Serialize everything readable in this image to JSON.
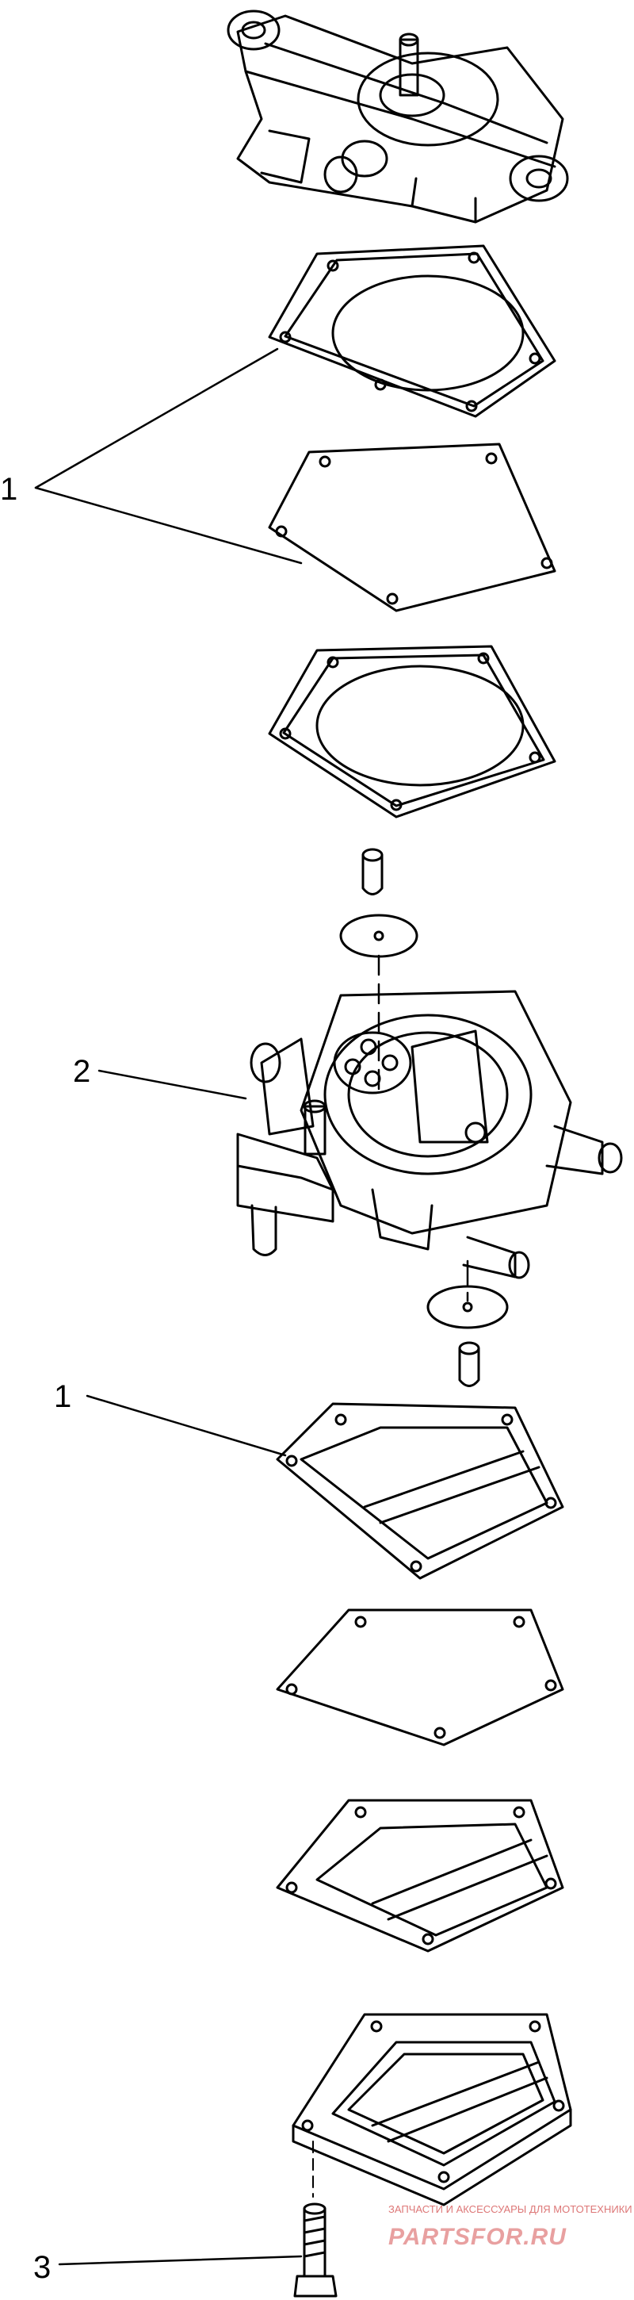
{
  "callouts": [
    {
      "id": "1",
      "label": "1"
    },
    {
      "id": "2",
      "label": "2"
    },
    {
      "id": "1b",
      "label": "1"
    },
    {
      "id": "3",
      "label": "3"
    }
  ],
  "watermark": {
    "subtitle": "ЗАПЧАСТИ И АКСЕССУАРЫ ДЛЯ МОТОТЕХНИКИ",
    "brand": "PARTSFOR.RU"
  },
  "colors": {
    "line": "#000000",
    "background": "#ffffff",
    "watermark": "#e8a0a0"
  }
}
